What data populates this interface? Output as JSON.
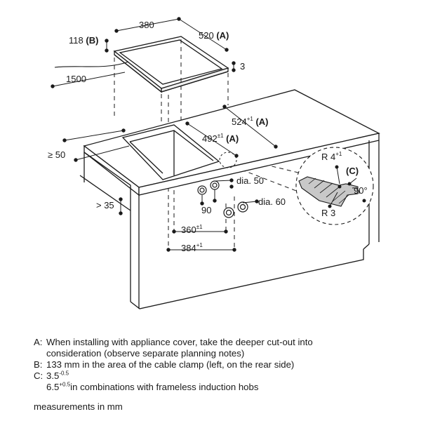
{
  "dimensions": {
    "hob_width": "380",
    "hob_depth": "520",
    "hob_depth_tag": "(A)",
    "cable_clamp_dist": "118",
    "cable_clamp_tag": "(B)",
    "hob_thickness": "3",
    "cable_length": "1500",
    "cutout_depth": "524",
    "cutout_depth_tol": "+1",
    "cutout_depth_tag": "(A)",
    "cutout_width": "492",
    "cutout_width_tol": "±1",
    "cutout_width_tag": "(A)",
    "front_clearance": "≥ 50",
    "side_clearance": "> 35",
    "knob_small_dia": "dia. 50",
    "knob_large_dia": "dia. 60",
    "knob_spacing": "90",
    "knob_span_inner": "360",
    "knob_span_inner_tol": "±1",
    "knob_span_outer": "384",
    "knob_span_outer_tol": "+1",
    "detail_radius_top": "R 4",
    "detail_radius_top_tol": "+1",
    "detail_tag": "(C)",
    "detail_angle": "90°",
    "detail_radius_bottom": "R 3"
  },
  "notes": {
    "a_key": "A:",
    "a_line1": "When installing with appliance cover, take the deeper cut-out into",
    "a_line2": "consideration (observe separate planning notes)",
    "b_key": "B:",
    "b_text": "133 mm in the area of the cable clamp (left, on the rear side)",
    "c_key": "C:",
    "c_val1": "3.5",
    "c_val1_tol": "-0.5",
    "c_val2": "6.5",
    "c_val2_tol": "+0.5",
    "c_val2_text": "in combinations with frameless induction hobs",
    "units": "measurements in mm"
  }
}
